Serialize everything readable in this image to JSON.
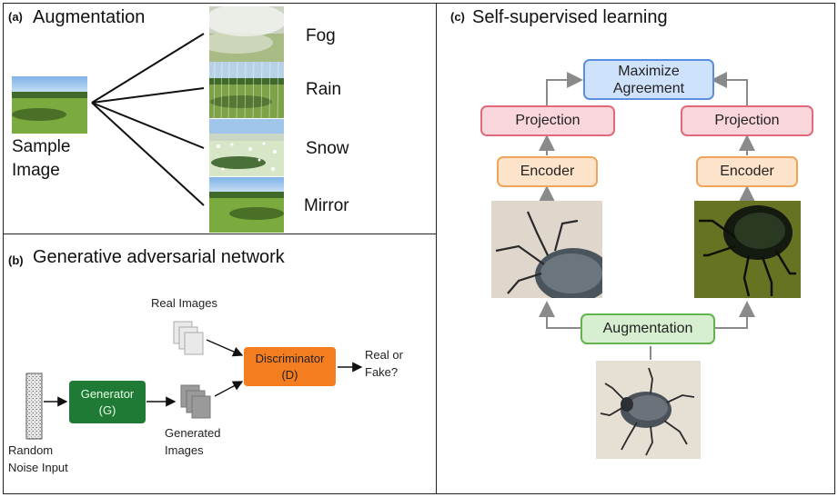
{
  "panel_a": {
    "letter": "(a)",
    "title": "Augmentation",
    "sample_label_line1": "Sample",
    "sample_label_line2": "Image",
    "variants": [
      "Fog",
      "Rain",
      "Snow",
      "Mirror"
    ]
  },
  "panel_b": {
    "letter": "(b)",
    "title": "Generative adversarial network",
    "real_images": "Real Images",
    "generator_line1": "Generator",
    "generator_line2": "(G)",
    "discriminator_line1": "Discriminator",
    "discriminator_line2": "(D)",
    "output_line1": "Real or",
    "output_line2": "Fake?",
    "generated_line1": "Generated",
    "generated_line2": "Images",
    "noise_line1": "Random",
    "noise_line2": "Noise Input"
  },
  "panel_c": {
    "letter": "(c)",
    "title": "Self-supervised learning",
    "maximize_line1": "Maximize",
    "maximize_line2": "Agreement",
    "projection": "Projection",
    "encoder": "Encoder",
    "augmentation": "Augmentation"
  },
  "colors": {
    "generator": "#1f7a35",
    "discriminator": "#f47d20",
    "maximize_box": "#cfe2fb",
    "projection_box": "#f9d6dc",
    "encoder_box": "#fde3c9",
    "augmentation_box": "#d7efd0",
    "arrow_gray": "#8a8a8a"
  }
}
